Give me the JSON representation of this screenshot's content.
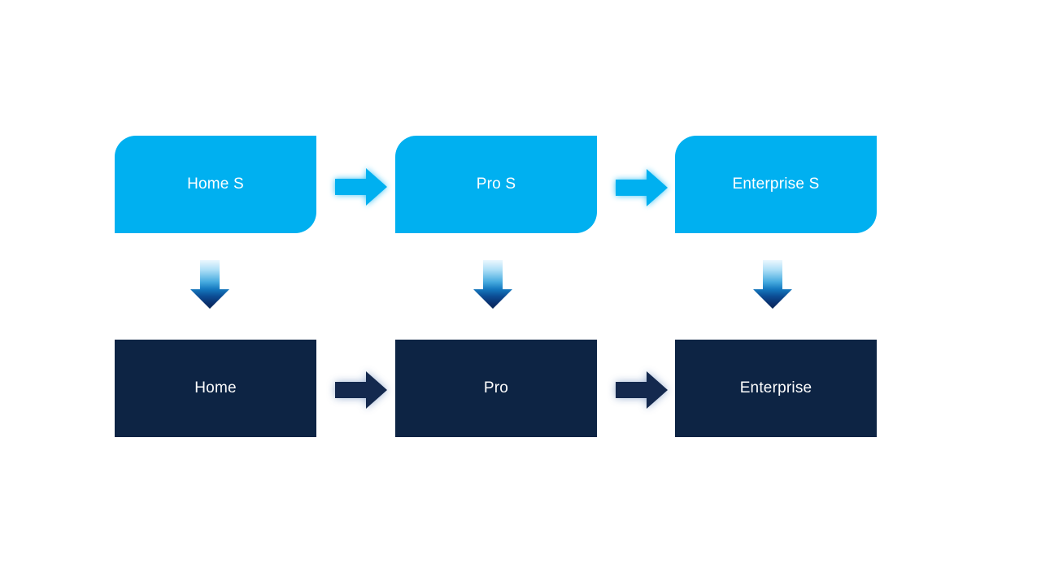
{
  "diagram": {
    "rows": [
      {
        "id": "s-mode-row",
        "boxes": [
          {
            "label": "Home S"
          },
          {
            "label": "Pro S"
          },
          {
            "label": "Enterprise S"
          }
        ]
      },
      {
        "id": "standard-row",
        "boxes": [
          {
            "label": "Home"
          },
          {
            "label": "Pro"
          },
          {
            "label": "Enterprise"
          }
        ]
      }
    ],
    "icons": {
      "right_arrow": "right-arrow",
      "down_arrow": "down-arrow"
    },
    "colors": {
      "background": "#FFFFFF",
      "top_box_fill": "#00B0F0",
      "bottom_box_fill": "#0D2444",
      "top_arrow_fill": "#00B0F0",
      "bottom_arrow_fill": "#14294E",
      "down_arrow_gradient_top": "#EDF8FE",
      "down_arrow_gradient_bottom": "#0B2A58",
      "label_text": "#FFFFFF"
    }
  }
}
